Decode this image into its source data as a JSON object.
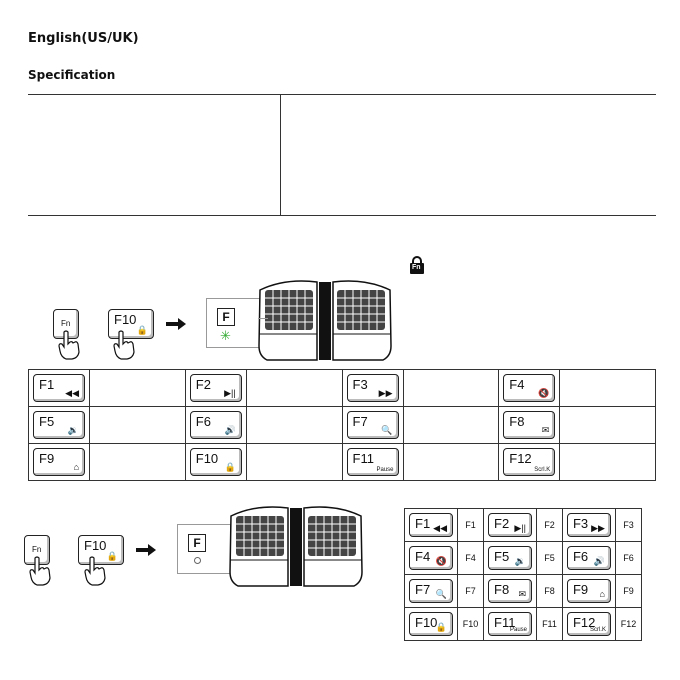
{
  "page": {
    "title": "English(US/UK)",
    "section": "Specification"
  },
  "mode_a": {
    "fn_label": "Fn",
    "f10_label": "F10",
    "indicator_key": "F",
    "keys": [
      {
        "label": "F1",
        "icon": "previous-track-icon",
        "glyph": "◀◀"
      },
      {
        "label": "F2",
        "icon": "play-pause-icon",
        "glyph": "▶||"
      },
      {
        "label": "F3",
        "icon": "next-track-icon",
        "glyph": "▶▶"
      },
      {
        "label": "F4",
        "icon": "mute-icon",
        "glyph": "🔇"
      },
      {
        "label": "F5",
        "icon": "volume-down-icon",
        "glyph": "🔉"
      },
      {
        "label": "F6",
        "icon": "volume-up-icon",
        "glyph": "🔊"
      },
      {
        "label": "F7",
        "icon": "search-icon",
        "glyph": "🔍"
      },
      {
        "label": "F8",
        "icon": "mail-icon",
        "glyph": "✉"
      },
      {
        "label": "F9",
        "icon": "home-icon",
        "glyph": "⌂"
      },
      {
        "label": "F10",
        "icon": "fn-lock-icon",
        "glyph": "🔒"
      },
      {
        "label": "F11",
        "icon": "pause-text",
        "small": "Pause"
      },
      {
        "label": "F12",
        "icon": "scroll-lock-text",
        "small": "Scrl.K"
      }
    ]
  },
  "mode_b": {
    "fn_label": "Fn",
    "f10_label": "F10",
    "indicator_key": "F",
    "rows": [
      [
        {
          "label": "F1",
          "glyph": "◀◀",
          "icon": "previous-track-icon",
          "fn": "F1"
        },
        {
          "label": "F2",
          "glyph": "▶||",
          "icon": "play-pause-icon",
          "fn": "F2"
        },
        {
          "label": "F3",
          "glyph": "▶▶",
          "icon": "next-track-icon",
          "fn": "F3"
        }
      ],
      [
        {
          "label": "F4",
          "glyph": "🔇",
          "icon": "mute-icon",
          "fn": "F4"
        },
        {
          "label": "F5",
          "glyph": "🔉",
          "icon": "volume-down-icon",
          "fn": "F5"
        },
        {
          "label": "F6",
          "glyph": "🔊",
          "icon": "volume-up-icon",
          "fn": "F6"
        }
      ],
      [
        {
          "label": "F7",
          "glyph": "🔍",
          "icon": "search-icon",
          "fn": "F7"
        },
        {
          "label": "F8",
          "glyph": "✉",
          "icon": "mail-icon",
          "fn": "F8"
        },
        {
          "label": "F9",
          "glyph": "⌂",
          "icon": "home-icon",
          "fn": "F9"
        }
      ],
      [
        {
          "label": "F10",
          "glyph": "🔒",
          "icon": "fn-lock-icon",
          "fn": "F10"
        },
        {
          "label": "F11",
          "small": "Pause",
          "icon": "pause-text",
          "fn": "F11"
        },
        {
          "label": "F12",
          "small": "Scrl.K",
          "icon": "scroll-lock-text",
          "fn": "F12"
        }
      ]
    ]
  },
  "fn_lock_badge": "Fn"
}
